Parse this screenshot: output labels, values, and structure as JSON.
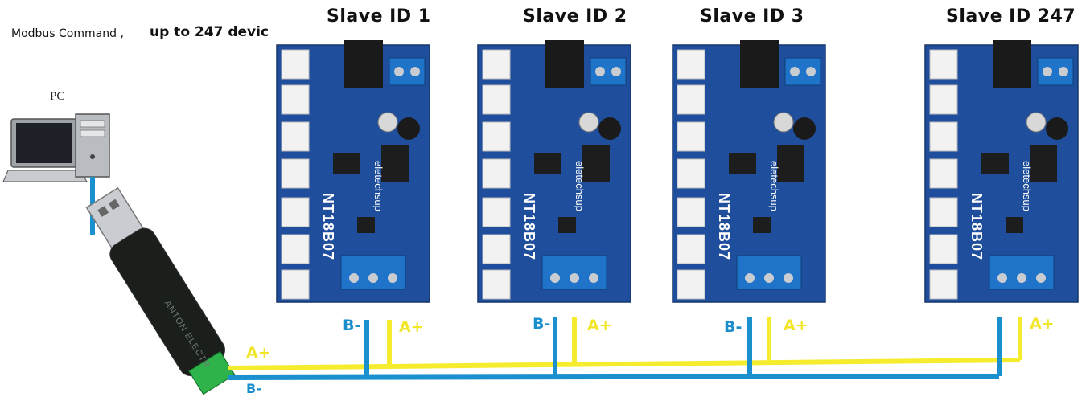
{
  "header": {
    "command_text": "Modbus Command ,",
    "devices_text": "up to 247 devic"
  },
  "pc": {
    "label": "PC"
  },
  "slaves": [
    {
      "title": "Slave ID 1",
      "model": "NT18B07",
      "brand": "eletechsup",
      "b_label": "B-",
      "a_label": "A+"
    },
    {
      "title": "Slave ID 2",
      "model": "NT18B07",
      "brand": "eletechsup",
      "b_label": "B-",
      "a_label": "A+"
    },
    {
      "title": "Slave ID 3",
      "model": "NT18B07",
      "brand": "eletechsup",
      "b_label": "B-",
      "a_label": "A+"
    },
    {
      "title": "Slave ID 247",
      "model": "NT18B07",
      "brand": "eletechsup",
      "b_label": "",
      "a_label": "A+"
    }
  ],
  "adapter": {
    "a_label": "A+",
    "b_label": "B-",
    "brand": "ANTON ELECTR"
  },
  "colors": {
    "a_wire": "#f4ec2c",
    "b_wire": "#1a90cf",
    "board": "#1f4f9c"
  }
}
